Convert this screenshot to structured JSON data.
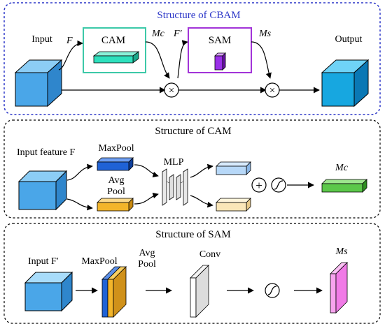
{
  "cbam": {
    "title": "Structure of CBAM",
    "input_label": "Input",
    "output_label": "Output",
    "f_label": "F",
    "f_prime_label": "F′",
    "mc_label": "Mc",
    "ms_label": "Ms",
    "cam_label": "CAM",
    "sam_label": "SAM",
    "multiply_symbol": "×"
  },
  "cam": {
    "title": "Structure of CAM",
    "input_label": "Input feature F",
    "maxpool_label": "MaxPool",
    "avgpool_label_1": "Avg",
    "avgpool_label_2": "Pool",
    "mlp_label": "MLP",
    "output_label": "Mc",
    "plus_symbol": "+"
  },
  "sam": {
    "title": "Structure of SAM",
    "input_label": "Input F′",
    "maxpool_label": "MaxPool",
    "avgpool_label_1": "Avg",
    "avgpool_label_2": "Pool",
    "conv_label": "Conv",
    "output_label": "Ms"
  },
  "colors": {
    "cbam_border": "#2b36c8",
    "cbam_title": "#2b36c8",
    "cam_box": "#3cc9a8",
    "sam_box": "#a233d8",
    "input_cube": "#4aa6e8",
    "output_cube": "#17a7e0",
    "maxpool_blue": "#1f62d6",
    "avgpool_orange": "#f3b52a",
    "mc_green": "#5cc84a",
    "ms_pink": "#f07ae6"
  }
}
